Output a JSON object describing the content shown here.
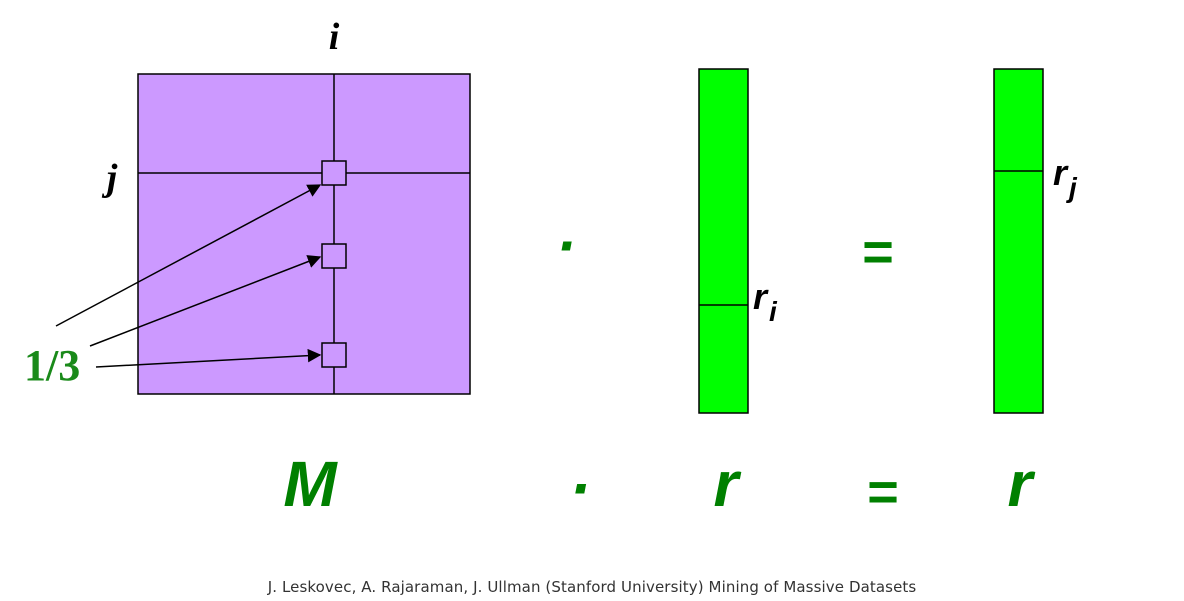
{
  "colors": {
    "matrix_fill": "#cc99ff",
    "vector_fill": "#00ff00",
    "accent_green": "#008000",
    "line": "#000000"
  },
  "matrix": {
    "column_label": "i",
    "row_label": "j",
    "name": "M",
    "entry_value": "1/3"
  },
  "vector_in": {
    "element_label": "r",
    "element_subscript": "i"
  },
  "vector_out": {
    "element_label": "r",
    "element_subscript": "j"
  },
  "operators": {
    "dot": "·",
    "equals": "="
  },
  "bottom_equation": {
    "left": "M",
    "dot": "·",
    "middle": "r",
    "equals": "=",
    "right": "r"
  },
  "footer": "J. Leskovec, A. Rajaraman, J. Ullman (Stanford University) Mining of Massive Datasets"
}
